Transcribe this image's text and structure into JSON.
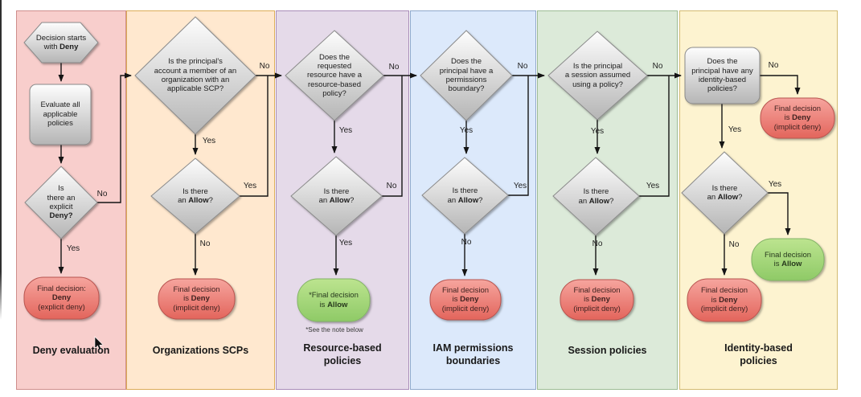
{
  "diagram": "AWS policy evaluation flowchart",
  "colors": {
    "column_fills": [
      "#f8cecc",
      "#ffe8cf",
      "#e5dae9",
      "#dce9fb",
      "#dcead9",
      "#fdf3d0"
    ],
    "column_borders": [
      "#b85450",
      "#d79b00",
      "#9673a6",
      "#6c8ebf",
      "#82b366",
      "#d6b656"
    ],
    "shape_fill_top": "#ffffff",
    "shape_fill_bottom": "#b5b5b5",
    "shape_stroke": "#8a8a8a",
    "deny_box_top": "#f6a59e",
    "deny_box_bottom": "#e3655c",
    "deny_box_border": "#b85450",
    "allow_box_top": "#bce48f",
    "allow_box_bottom": "#8fca67",
    "allow_box_border": "#82b366",
    "arrow": "#141414"
  },
  "columns": [
    {
      "key": "deny-evaluation",
      "label_lines": [
        [
          {
            "t": "Deny evaluation",
            "b": true
          }
        ]
      ],
      "start": [
        [
          {
            "t": "Decision starts"
          }
        ],
        [
          {
            "t": "with "
          },
          {
            "t": "Deny",
            "b": true
          }
        ]
      ],
      "evaluate": [
        [
          {
            "t": "Evaluate all"
          }
        ],
        [
          {
            "t": "applicable"
          }
        ],
        [
          {
            "t": "policies"
          }
        ]
      ],
      "q1": [
        [
          {
            "t": "Is"
          }
        ],
        [
          {
            "t": "there an"
          }
        ],
        [
          {
            "t": "explicit"
          }
        ],
        [
          {
            "t": "Deny?",
            "b": true
          }
        ]
      ],
      "q1_no": "No",
      "q1_yes": "Yes",
      "result": [
        [
          {
            "t": "Final decision:"
          }
        ],
        [
          {
            "t": "Deny",
            "b": true
          }
        ],
        [
          {
            "t": "(explicit deny)"
          }
        ]
      ]
    },
    {
      "key": "organizations-scps",
      "label_lines": [
        [
          {
            "t": "Organizations SCPs",
            "b": true
          }
        ]
      ],
      "q1": [
        [
          {
            "t": "Is the principal's"
          }
        ],
        [
          {
            "t": "account a member of an"
          }
        ],
        [
          {
            "t": "organization with an"
          }
        ],
        [
          {
            "t": "applicable SCP?"
          }
        ]
      ],
      "q1_no": "No",
      "q1_yes": "Yes",
      "q2": [
        [
          {
            "t": "Is there"
          }
        ],
        [
          {
            "t": "an "
          },
          {
            "t": "Allow",
            "b": true
          },
          {
            "t": "?"
          }
        ]
      ],
      "q2_yes": "Yes",
      "q2_no": "No",
      "result": [
        [
          {
            "t": "Final decision"
          }
        ],
        [
          {
            "t": "is "
          },
          {
            "t": "Deny",
            "b": true
          }
        ],
        [
          {
            "t": "(implicit deny)"
          }
        ]
      ]
    },
    {
      "key": "resource-based-policies",
      "label_lines": [
        [
          {
            "t": "Resource-based",
            "b": true
          }
        ],
        [
          {
            "t": "policies",
            "b": true
          }
        ]
      ],
      "q1": [
        [
          {
            "t": "Does the"
          }
        ],
        [
          {
            "t": "requested"
          }
        ],
        [
          {
            "t": "resource have a"
          }
        ],
        [
          {
            "t": "resource-based"
          }
        ],
        [
          {
            "t": "policy?"
          }
        ]
      ],
      "q1_no": "No",
      "q1_yes": "Yes",
      "q2": [
        [
          {
            "t": "Is there"
          }
        ],
        [
          {
            "t": "an "
          },
          {
            "t": "Allow",
            "b": true
          },
          {
            "t": "?"
          }
        ]
      ],
      "q2_no": "No",
      "q2_yes": "Yes",
      "result": [
        [
          {
            "t": "*Final decision"
          }
        ],
        [
          {
            "t": "is "
          },
          {
            "t": "Allow",
            "b": true
          }
        ]
      ],
      "note": "*See the note below"
    },
    {
      "key": "iam-permissions-boundaries",
      "label_lines": [
        [
          {
            "t": "IAM permissions",
            "b": true
          }
        ],
        [
          {
            "t": "boundaries",
            "b": true
          }
        ]
      ],
      "q1": [
        [
          {
            "t": "Does the"
          }
        ],
        [
          {
            "t": "principal have a"
          }
        ],
        [
          {
            "t": "permissions"
          }
        ],
        [
          {
            "t": "boundary?"
          }
        ]
      ],
      "q1_no": "No",
      "q1_yes": "Yes",
      "q2": [
        [
          {
            "t": "Is there"
          }
        ],
        [
          {
            "t": "an "
          },
          {
            "t": "Allow",
            "b": true
          },
          {
            "t": "?"
          }
        ]
      ],
      "q2_yes": "Yes",
      "q2_no": "No",
      "result": [
        [
          {
            "t": "Final decision"
          }
        ],
        [
          {
            "t": "is "
          },
          {
            "t": "Deny",
            "b": true
          }
        ],
        [
          {
            "t": "(implicit deny)"
          }
        ]
      ]
    },
    {
      "key": "session-policies",
      "label_lines": [
        [
          {
            "t": "Session policies",
            "b": true
          }
        ]
      ],
      "q1": [
        [
          {
            "t": "Is the principal"
          }
        ],
        [
          {
            "t": "a session assumed"
          }
        ],
        [
          {
            "t": "using a policy?"
          }
        ]
      ],
      "q1_no": "No",
      "q1_yes": "Yes",
      "q2": [
        [
          {
            "t": "Is there"
          }
        ],
        [
          {
            "t": "an "
          },
          {
            "t": "Allow",
            "b": true
          },
          {
            "t": "?"
          }
        ]
      ],
      "q2_yes": "Yes",
      "q2_no": "No",
      "result": [
        [
          {
            "t": "Final decision"
          }
        ],
        [
          {
            "t": "is "
          },
          {
            "t": "Deny",
            "b": true
          }
        ],
        [
          {
            "t": "(implicit deny)"
          }
        ]
      ]
    },
    {
      "key": "identity-based-policies",
      "label_lines": [
        [
          {
            "t": "Identity-based",
            "b": true
          }
        ],
        [
          {
            "t": "policies",
            "b": true
          }
        ]
      ],
      "q1": [
        [
          {
            "t": "Does the"
          }
        ],
        [
          {
            "t": "principal have any"
          }
        ],
        [
          {
            "t": "identity-based"
          }
        ],
        [
          {
            "t": "policies?"
          }
        ]
      ],
      "q1_no": "No",
      "q1_yes": "Yes",
      "result_no": [
        [
          {
            "t": "Final decision"
          }
        ],
        [
          {
            "t": "is "
          },
          {
            "t": "Deny",
            "b": true
          }
        ],
        [
          {
            "t": "(implicit deny)"
          }
        ]
      ],
      "q2": [
        [
          {
            "t": "Is there"
          }
        ],
        [
          {
            "t": "an "
          },
          {
            "t": "Allow",
            "b": true
          },
          {
            "t": "?"
          }
        ]
      ],
      "q2_yes": "Yes",
      "q2_no": "No",
      "result_yes": [
        [
          {
            "t": "Final decision"
          }
        ],
        [
          {
            "t": "is "
          },
          {
            "t": "Allow",
            "b": true
          }
        ]
      ],
      "result_no2": [
        [
          {
            "t": "Final decision"
          }
        ],
        [
          {
            "t": "is "
          },
          {
            "t": "Deny",
            "b": true
          }
        ],
        [
          {
            "t": "(implicit deny)"
          }
        ]
      ]
    }
  ]
}
